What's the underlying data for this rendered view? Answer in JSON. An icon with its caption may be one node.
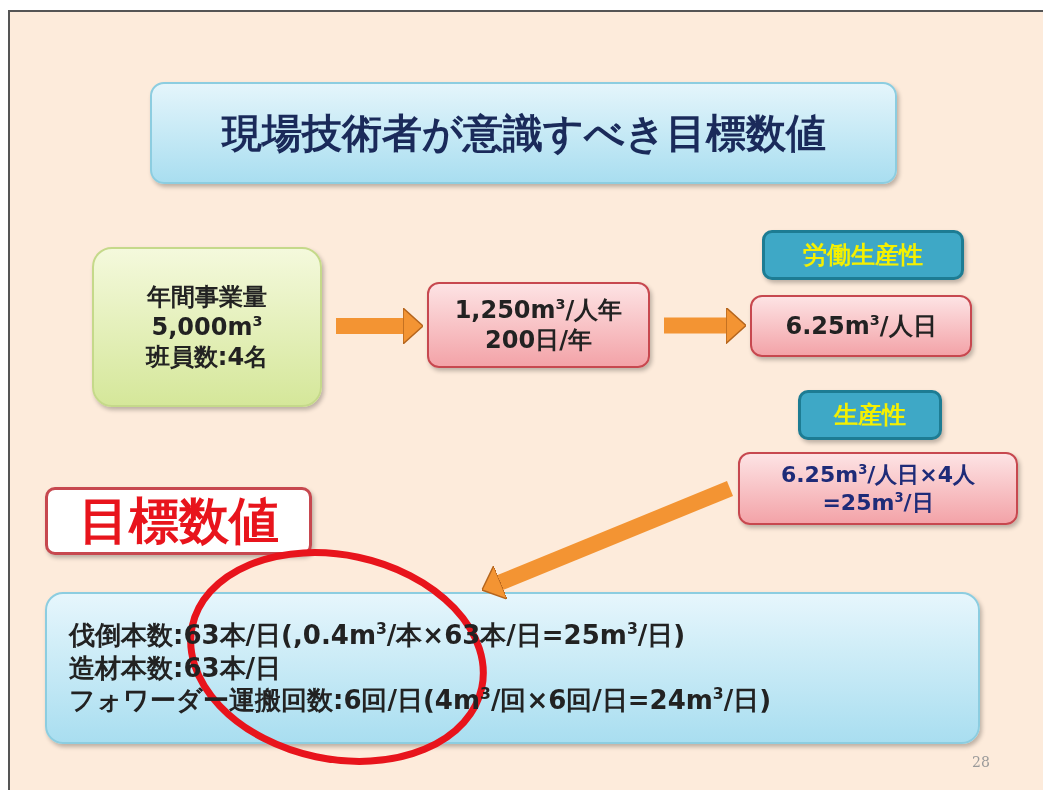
{
  "diagram": {
    "title": "現場技術者が意識すべき目標数値",
    "nodes": [
      {
        "text": [
          "年間事業量",
          "5,000m$^{3}$",
          "班員数:4名"
        ]
      },
      {
        "text": [
          "1,250m$^{3}$/人年",
          "200日/年"
        ]
      },
      {
        "text": [
          "労働生産性"
        ]
      },
      {
        "text": [
          "6.25m$^{3}$/人日"
        ]
      },
      {
        "text": [
          "生産性"
        ]
      },
      {
        "text": [
          "6.25m$^{3}$/人日×4人",
          "=25m$^{3}$/日"
        ]
      },
      {
        "text": [
          "目標数値"
        ]
      },
      {
        "text": [
          "伐倒本数:63本/日(,0.4m$^{3}$/本×63本/日=25m$^{3}$/日)",
          "造材本数:63本/日",
          "フォワーダー運搬回数:6回/日(4m$^{3}$/回×6回/日=24m$^{3}$/日)"
        ]
      }
    ],
    "edges": [
      {
        "from": 0,
        "to": 1,
        "arrow": "to"
      },
      {
        "from": 1,
        "to": 3,
        "arrow": "to"
      },
      {
        "from": 5,
        "to": 7,
        "arrow": "to"
      }
    ],
    "labels": [
      "28"
    ]
  }
}
